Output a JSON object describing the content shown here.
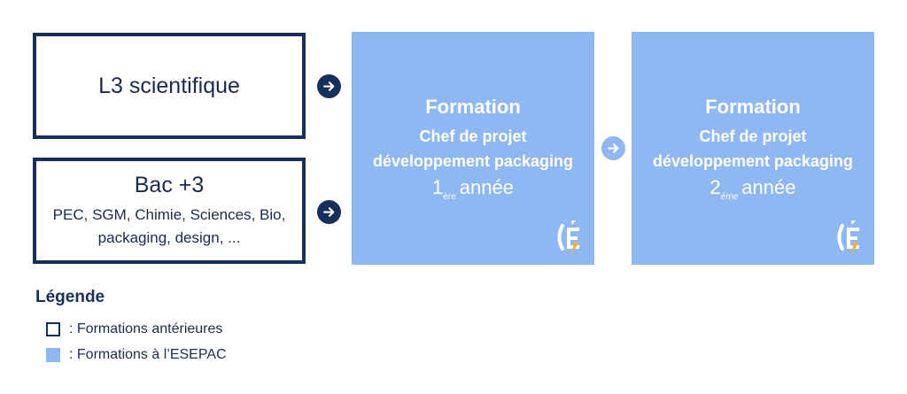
{
  "prerequisites": {
    "l3": {
      "label": "L3 scientifique"
    },
    "bac": {
      "title": "Bac +3",
      "line1": "PEC, SGM, Chimie, Sciences, Bio,",
      "line2": "packaging, design, ..."
    }
  },
  "formations": [
    {
      "title": "Formation",
      "line1": "Chef de projet",
      "line2": "développement packaging",
      "year_number": "1",
      "year_suffix": "ère",
      "year_word": "année"
    },
    {
      "title": "Formation",
      "line1": "Chef de projet",
      "line2": "développement packaging",
      "year_number": "2",
      "year_suffix": "éme",
      "year_word": "année"
    }
  ],
  "legend": {
    "title": "Légende",
    "items": [
      {
        "text": ": Formations antérieures"
      },
      {
        "text": ": Formations à l’ESEPAC"
      }
    ]
  },
  "colors": {
    "navy": "#16305b",
    "light_blue": "#8fb7f2",
    "logo_accent": "#f2b233"
  },
  "icons": {
    "arrow": "arrow-right-circle-icon",
    "logo": "esepac-logo-icon"
  }
}
